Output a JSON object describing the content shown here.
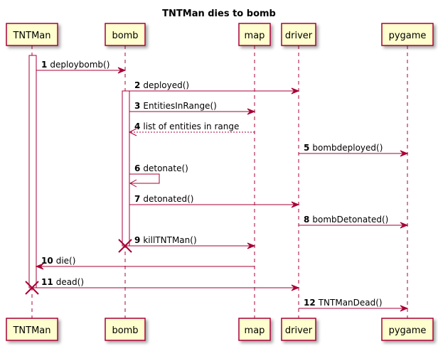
{
  "title": "TNTMan dies to bomb",
  "colors": {
    "box_fill": "#FEFECE",
    "box_stroke": "#A80036",
    "arrow": "#A80036",
    "lifeline": "#A80036",
    "text": "#000000"
  },
  "participants": [
    {
      "id": "tntman",
      "label": "TNTMan"
    },
    {
      "id": "bomb",
      "label": "bomb"
    },
    {
      "id": "map",
      "label": "map"
    },
    {
      "id": "driver",
      "label": "driver"
    },
    {
      "id": "pygame",
      "label": "pygame"
    }
  ],
  "messages": [
    {
      "num": "1",
      "label": "deploybomb()",
      "from": "tntman",
      "to": "bomb",
      "style": "solid"
    },
    {
      "num": "2",
      "label": "deployed()",
      "from": "bomb",
      "to": "driver",
      "style": "solid"
    },
    {
      "num": "3",
      "label": "EntitiesInRange()",
      "from": "bomb",
      "to": "map",
      "style": "solid"
    },
    {
      "num": "4",
      "label": "list of entities in range",
      "from": "map",
      "to": "bomb",
      "style": "dashed"
    },
    {
      "num": "5",
      "label": "bombdeployed()",
      "from": "driver",
      "to": "pygame",
      "style": "solid"
    },
    {
      "num": "6",
      "label": "detonate()",
      "from": "bomb",
      "to": "bomb",
      "style": "self"
    },
    {
      "num": "7",
      "label": "detonated()",
      "from": "bomb",
      "to": "driver",
      "style": "solid"
    },
    {
      "num": "8",
      "label": "bombDetonated()",
      "from": "driver",
      "to": "pygame",
      "style": "solid"
    },
    {
      "num": "9",
      "label": "killTNTMan()",
      "from": "bomb",
      "to": "map",
      "style": "solid",
      "destroy_source": true
    },
    {
      "num": "10",
      "label": "die()",
      "from": "map",
      "to": "tntman",
      "style": "solid"
    },
    {
      "num": "11",
      "label": "dead()",
      "from": "tntman",
      "to": "driver",
      "style": "solid",
      "destroy_source": true
    },
    {
      "num": "12",
      "label": "TNTManDead()",
      "from": "driver",
      "to": "pygame",
      "style": "solid"
    }
  ]
}
